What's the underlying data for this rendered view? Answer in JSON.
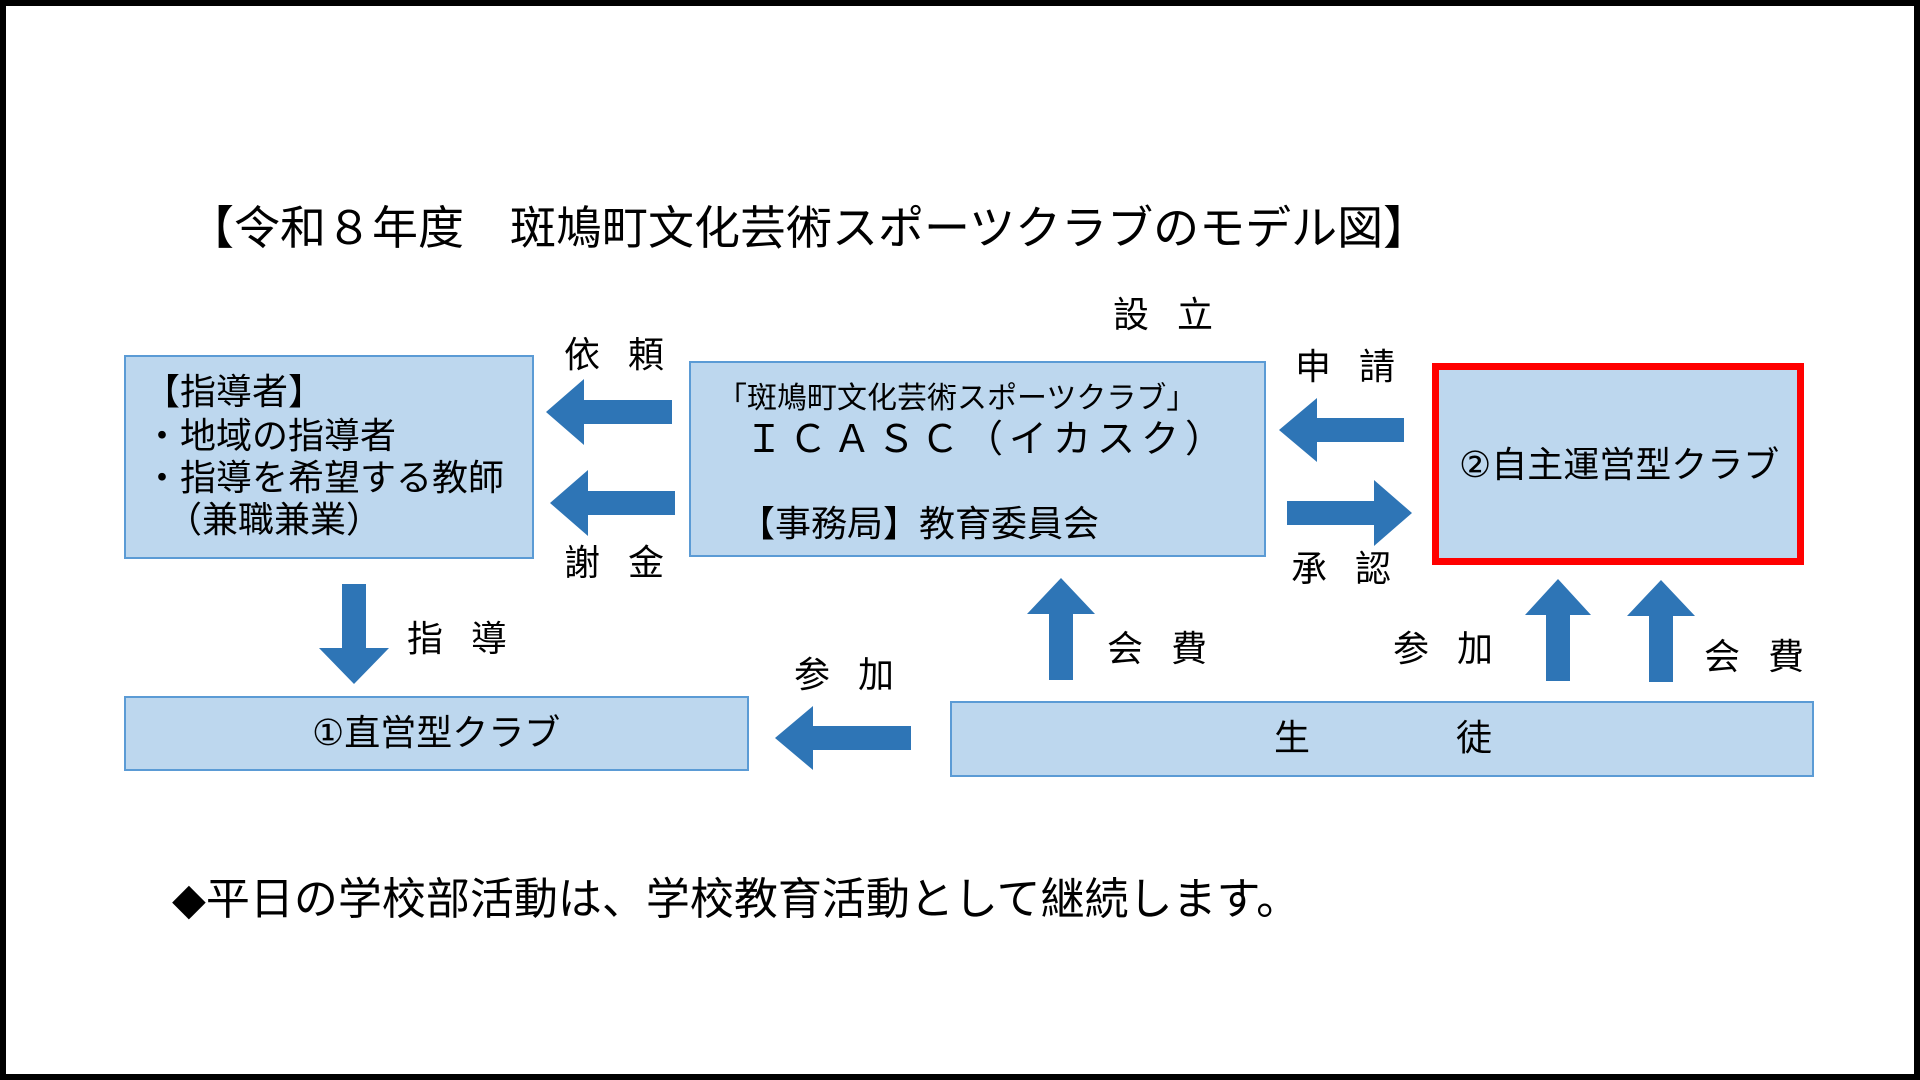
{
  "title": "【令和８年度　斑鳩町文化芸術スポーツクラブのモデル図】",
  "colors": {
    "box_fill": "#bdd7ee",
    "box_border": "#5b9bd5",
    "arrow": "#2e75b6",
    "highlight": "#ff0000"
  },
  "instructor": {
    "heading": "【指導者】",
    "line1": "・地域の指導者",
    "line2": "・指導を希望する教師",
    "line3": "（兼職兼業）"
  },
  "center": {
    "line1": "「斑鳩町文化芸術スポーツクラブ」",
    "line2": "ＩＣＡＳＣ（イカスク）",
    "line3": "【事務局】教育委員会"
  },
  "independent_club": "②自主運営型クラブ",
  "direct_club": "①直営型クラブ",
  "students": {
    "char1": "生",
    "char2": "徒"
  },
  "labels": {
    "request": "依頼",
    "fee": "謝金",
    "establish": "設立",
    "apply": "申請",
    "approve": "承認",
    "guidance": "指導",
    "join_direct": "参加",
    "membership_center": "会費",
    "join_independent": "参加",
    "membership_independent": "会費"
  },
  "note": "◆平日の学校部活動は、学校教育活動として継続します。"
}
